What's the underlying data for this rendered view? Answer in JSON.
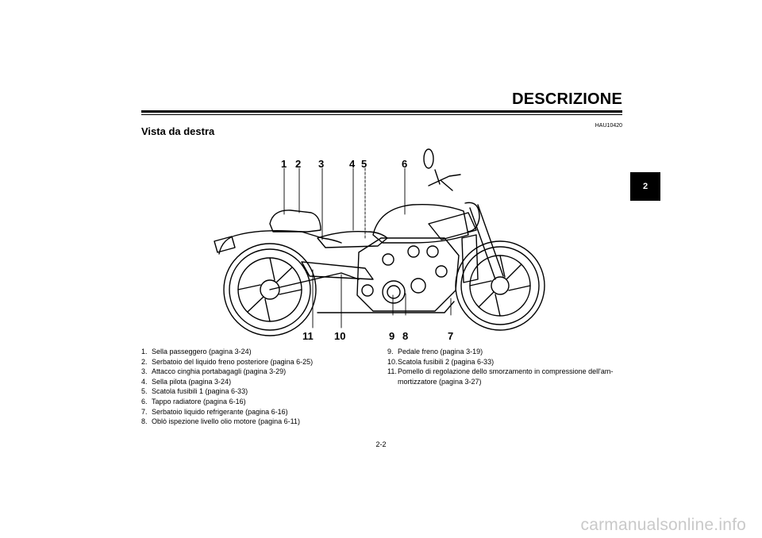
{
  "header": {
    "section_title": "DESCRIZIONE",
    "doc_code": "HAU10420",
    "subtitle": "Vista da destra",
    "chapter_tab": "2"
  },
  "callouts": {
    "c1": "1",
    "c2": "2",
    "c3": "3",
    "c4": "4",
    "c5": "5",
    "c6": "6",
    "c7": "7",
    "c8": "8",
    "c9": "9",
    "c10": "10",
    "c11": "11"
  },
  "legend_left": [
    {
      "num": "1.",
      "text": "Sella passeggero (pagina 3-24)"
    },
    {
      "num": "2.",
      "text": "Serbatoio del liquido freno posteriore (pagina 6-25)"
    },
    {
      "num": "3.",
      "text": "Attacco cinghia portabagagli (pagina 3-29)"
    },
    {
      "num": "4.",
      "text": "Sella pilota (pagina 3-24)"
    },
    {
      "num": "5.",
      "text": "Scatola fusibili 1 (pagina 6-33)"
    },
    {
      "num": "6.",
      "text": "Tappo radiatore (pagina 6-16)"
    },
    {
      "num": "7.",
      "text": "Serbatoio liquido refrigerante (pagina 6-16)"
    },
    {
      "num": "8.",
      "text": "Oblò ispezione livello olio motore (pagina 6-11)"
    }
  ],
  "legend_right": [
    {
      "num": "9.",
      "text": "Pedale freno (pagina 3-19)"
    },
    {
      "num": "10.",
      "text": "Scatola fusibili 2 (pagina 6-33)"
    },
    {
      "num": "11.",
      "text": "Pomello di regolazione dello smorzamento in compressione dell'am-mortizzatore (pagina 3-27)"
    }
  ],
  "footer": {
    "page_number": "2-2",
    "watermark": "carmanualsonline.info"
  }
}
